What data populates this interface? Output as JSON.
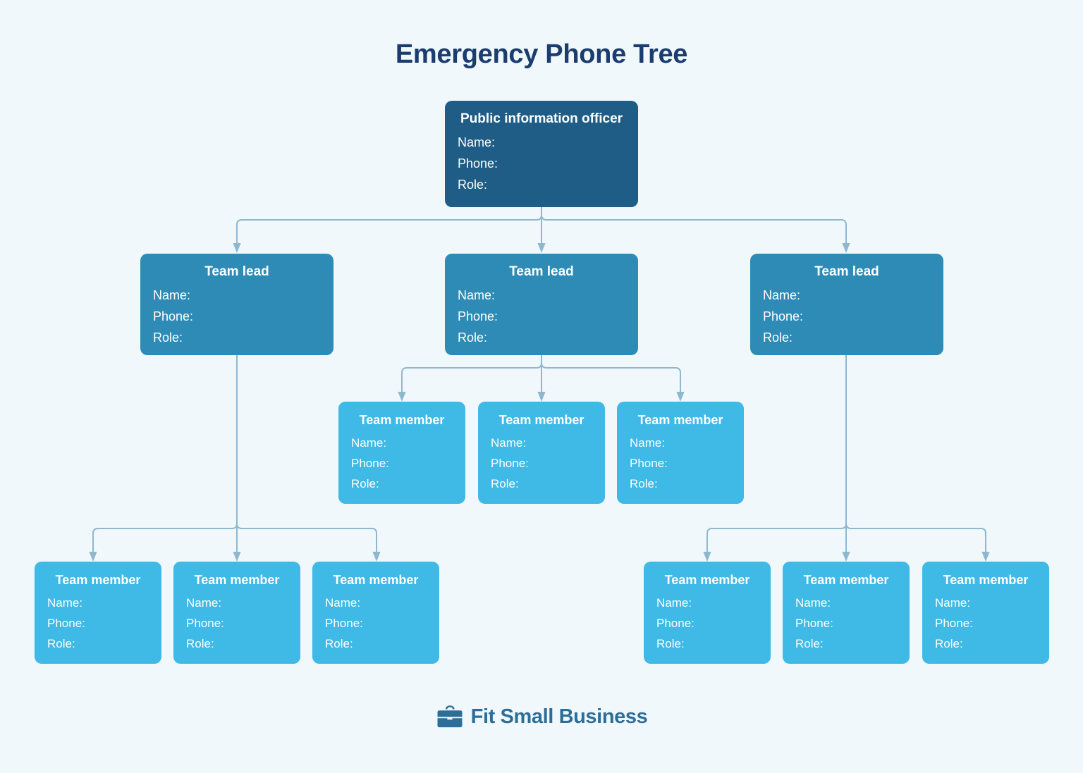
{
  "page": {
    "title": "Emergency Phone Tree",
    "background_color": "#f0f8fc",
    "title_color": "#1a3c6e",
    "connector_color": "#8fb8cf"
  },
  "fields": {
    "name_label": "Name:",
    "phone_label": "Phone:",
    "role_label": "Role:"
  },
  "colors": {
    "root": "#1f5d86",
    "lead": "#2e8bb5",
    "member": "#3fb9e5",
    "logo": "#2d6e99"
  },
  "nodes": {
    "root": {
      "title": "Public information officer",
      "name_label": "Name:",
      "phone_label": "Phone:",
      "role_label": "Role:"
    },
    "leads": [
      {
        "title": "Team lead",
        "name_label": "Name:",
        "phone_label": "Phone:",
        "role_label": "Role:"
      },
      {
        "title": "Team lead",
        "name_label": "Name:",
        "phone_label": "Phone:",
        "role_label": "Role:"
      },
      {
        "title": "Team lead",
        "name_label": "Name:",
        "phone_label": "Phone:",
        "role_label": "Role:"
      }
    ],
    "members_middle": [
      {
        "title": "Team member",
        "name_label": "Name:",
        "phone_label": "Phone:",
        "role_label": "Role:"
      },
      {
        "title": "Team member",
        "name_label": "Name:",
        "phone_label": "Phone:",
        "role_label": "Role:"
      },
      {
        "title": "Team member",
        "name_label": "Name:",
        "phone_label": "Phone:",
        "role_label": "Role:"
      }
    ],
    "members_left": [
      {
        "title": "Team member",
        "name_label": "Name:",
        "phone_label": "Phone:",
        "role_label": "Role:"
      },
      {
        "title": "Team member",
        "name_label": "Name:",
        "phone_label": "Phone:",
        "role_label": "Role:"
      },
      {
        "title": "Team member",
        "name_label": "Name:",
        "phone_label": "Phone:",
        "role_label": "Role:"
      }
    ],
    "members_right": [
      {
        "title": "Team member",
        "name_label": "Name:",
        "phone_label": "Phone:",
        "role_label": "Role:"
      },
      {
        "title": "Team member",
        "name_label": "Name:",
        "phone_label": "Phone:",
        "role_label": "Role:"
      },
      {
        "title": "Team member",
        "name_label": "Name:",
        "phone_label": "Phone:",
        "role_label": "Role:"
      }
    ]
  },
  "footer": {
    "brand": "Fit Small Business",
    "icon": "briefcase-icon"
  }
}
